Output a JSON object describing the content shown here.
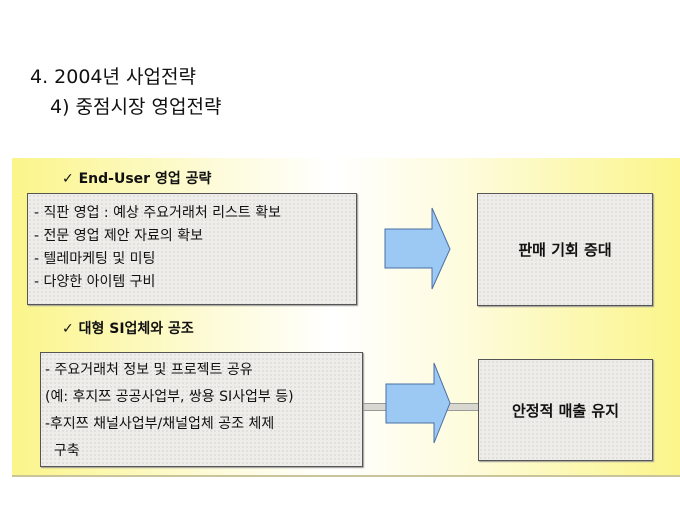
{
  "title": "4. 2004년 사업전략",
  "subtitle": "4) 중점시장 영업전략",
  "sections": [
    {
      "heading": "✓ End-User 영업 공략",
      "items": [
        "- 직판 영업 : 예상 주요거래처 리스트 확보",
        "- 전문 영업 제안 자료의 확보",
        "- 텔레마케팅 및 미팅",
        "- 다양한 아이템 구비"
      ],
      "result": "판매 기회 증대"
    },
    {
      "heading": "✓ 대형 SI업체와 공조",
      "items": [
        "- 주요거래처 정보 및 프로젝트 공유",
        "(예: 후지쯔 공공사업부, 쌍용 SI사업부 등)",
        "-후지쯔 채널사업부/채널업체 공조 체제",
        "  구축"
      ],
      "result": "안정적 매출 유지"
    }
  ],
  "colors": {
    "arrow_fill": "#9cc8f4",
    "arrow_stroke": "#4a6fa5",
    "band": "#fbf58a"
  }
}
